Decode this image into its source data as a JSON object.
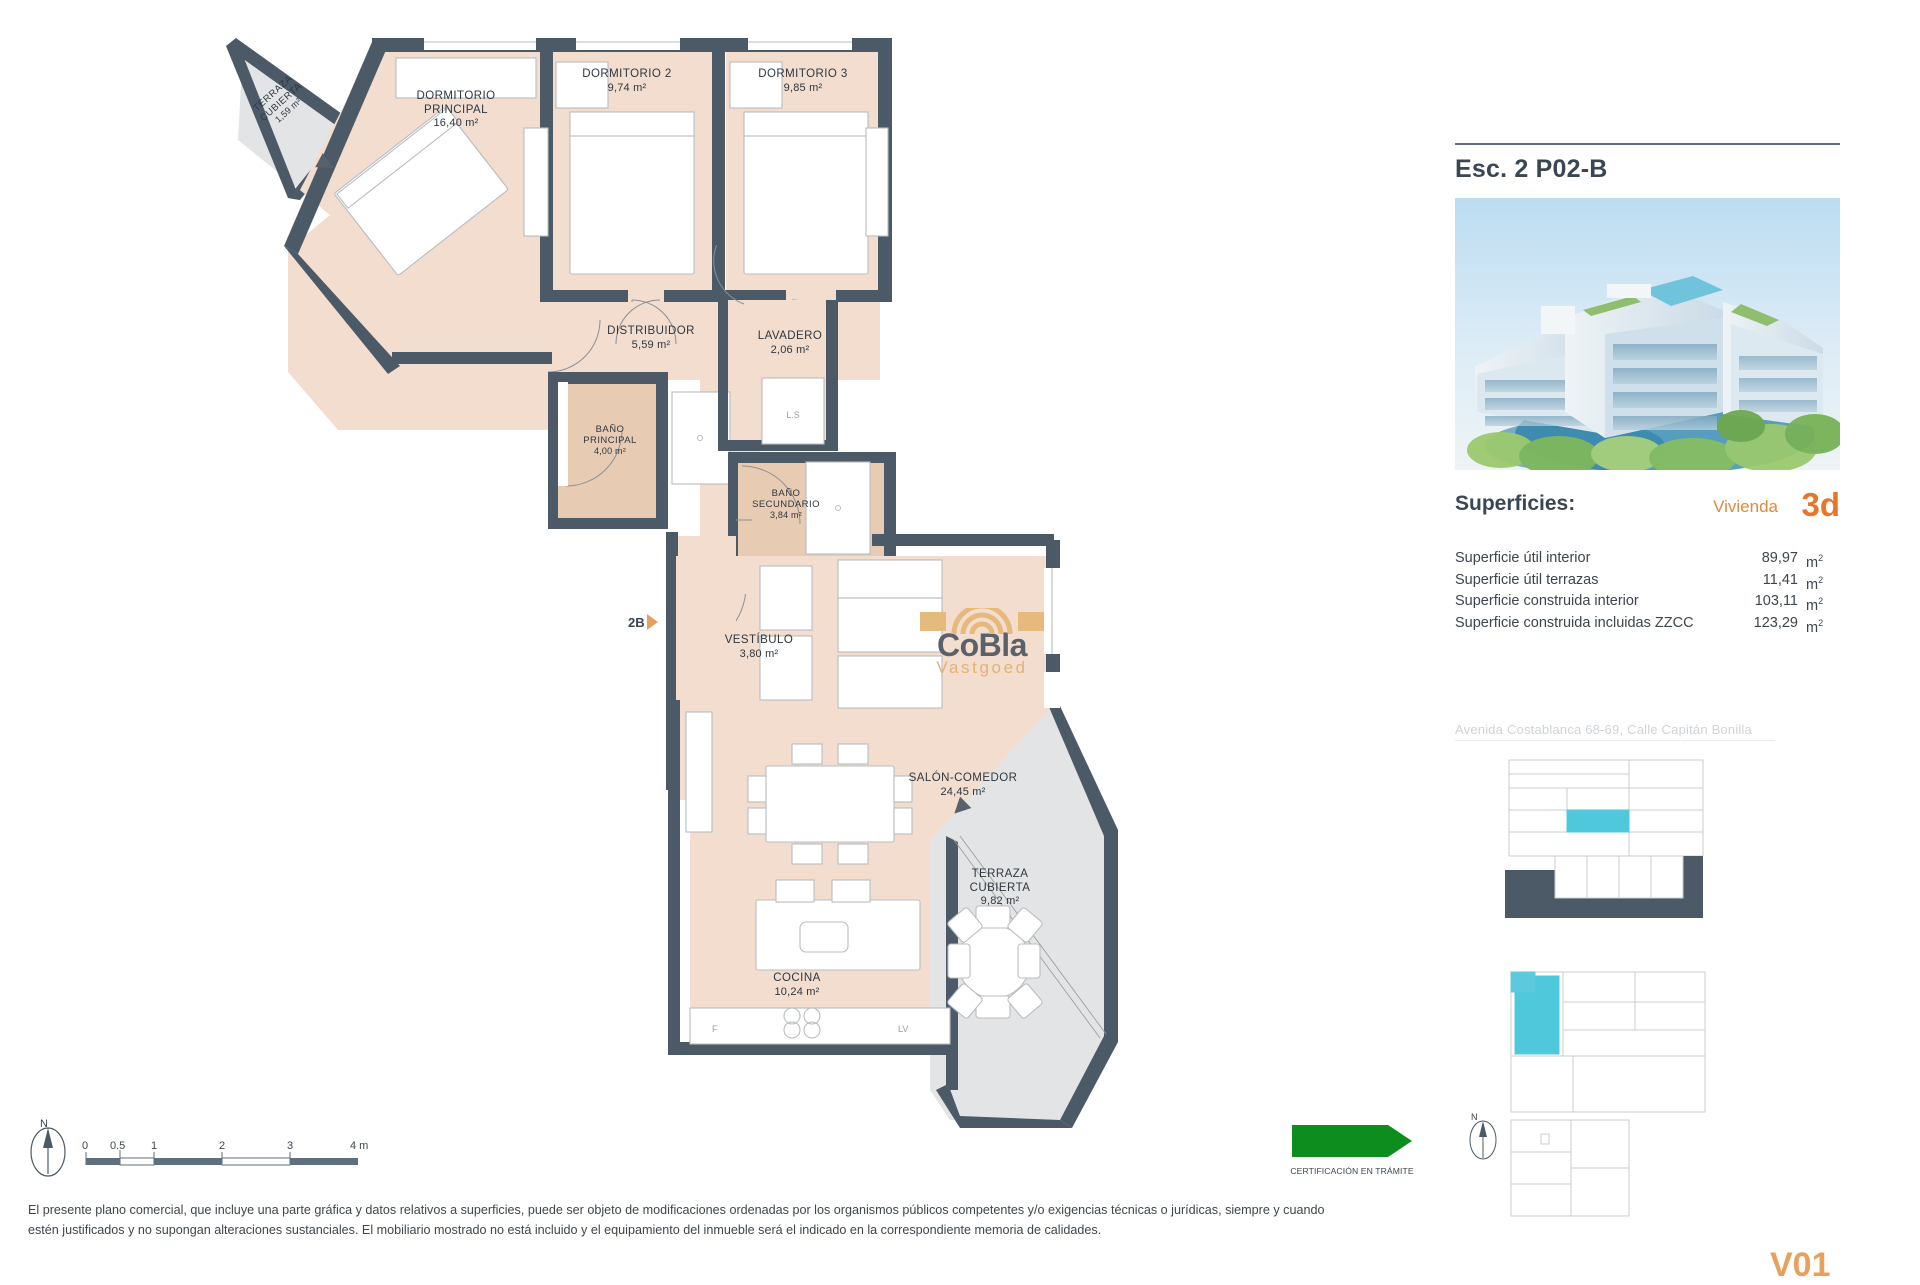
{
  "document": {
    "type": "commercial-floor-plan",
    "sheet_code": "V01"
  },
  "panel": {
    "title": "Esc. 2 P02-B",
    "render_alt": "building-render",
    "surfaces_title": "Superficies:",
    "dwelling_label": "Vivienda",
    "dwelling_type": "3d",
    "surfaces": [
      {
        "label": "Superficie útil interior",
        "value": "89,97",
        "unit": "m"
      },
      {
        "label": "Superficie útil terrazas",
        "value": "11,41",
        "unit": "m"
      },
      {
        "label": "Superficie construida interior",
        "value": "103,11",
        "unit": "m"
      },
      {
        "label": "Superficie construida incluidas ZZCC",
        "value": "123,29",
        "unit": "m"
      }
    ],
    "location_title": "Avenida Costablanca 68-69, Calle Capitán Bonilla"
  },
  "plan": {
    "entrance_tag": "2B",
    "rooms": [
      {
        "name": "TERRAZA CUBIERTA",
        "line1": "TERRAZA",
        "line2": "CUBIERTA",
        "area": "1,59 m²"
      },
      {
        "name": "DORMITORIO PRINCIPAL",
        "line1": "DORMITORIO",
        "line2": "PRINCIPAL",
        "area": "16,40 m²"
      },
      {
        "name": "DORMITORIO 2",
        "line1": "DORMITORIO 2",
        "line2": "",
        "area": "9,74 m²"
      },
      {
        "name": "DORMITORIO 3",
        "line1": "DORMITORIO 3",
        "line2": "",
        "area": "9,85 m²"
      },
      {
        "name": "DISTRIBUIDOR",
        "line1": "DISTRIBUIDOR",
        "line2": "",
        "area": "5,59 m²"
      },
      {
        "name": "LAVADERO",
        "line1": "LAVADERO",
        "line2": "",
        "area": "2,06 m²"
      },
      {
        "name": "BAÑO PRINCIPAL",
        "line1": "BAÑO",
        "line2": "PRINCIPAL",
        "area": "4,00 m²"
      },
      {
        "name": "BAÑO SECUNDARIO",
        "line1": "BAÑO",
        "line2": "SECUNDARIO",
        "area": "3,84 m²"
      },
      {
        "name": "VESTÍBULO",
        "line1": "VESTÍBULO",
        "line2": "",
        "area": "3,80 m²"
      },
      {
        "name": "SALÓN-COMEDOR",
        "line1": "SALÓN-COMEDOR",
        "line2": "",
        "area": "24,45 m²"
      },
      {
        "name": "COCINA",
        "line1": "COCINA",
        "line2": "",
        "area": "10,24 m²"
      },
      {
        "name": "TERRAZA CUBIERTA 2",
        "line1": "TERRAZA",
        "line2": "CUBIERTA",
        "area": "9,82 m²"
      }
    ],
    "watermark": {
      "name": "CoBla",
      "subtitle": "Vastgoed"
    }
  },
  "scale": {
    "north_letter": "N",
    "ticks": [
      "0",
      "0.5",
      "1",
      "2",
      "3"
    ],
    "unit_label": "4 m"
  },
  "certification": {
    "caption": "CERTIFICACIÓN EN TRÁMITE"
  },
  "disclaimer": {
    "text": "El presente plano comercial, que incluye una parte gráfica y datos relativos a superficies, puede ser objeto de modificaciones ordenadas por los organismos públicos competentes y/o exigencias técnicas o jurídicas, siempre y cuando estén justificados y no supongan alteraciones sustanciales. El mobiliario mostrado no está incluido y el equipamiento del inmueble será el indicado en la correspondiente memoria de calidades."
  },
  "colors": {
    "wall": "#4c5a68",
    "floor": "#f2ddcf",
    "wet_floor": "#e8cbb3",
    "terrace": "#e3e4e5",
    "accent_orange": "#e8762a",
    "green": "#0c8d1e",
    "text": "#3d4550"
  }
}
